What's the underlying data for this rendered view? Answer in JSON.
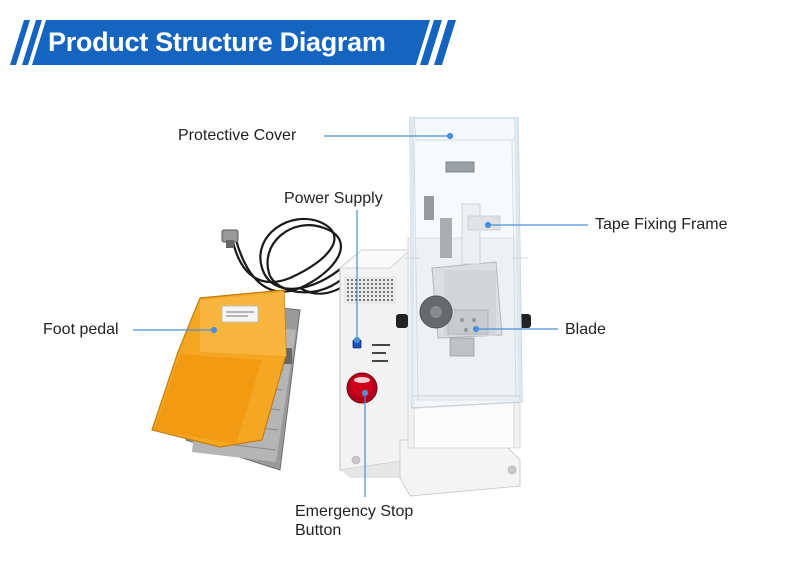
{
  "header": {
    "title": "Product Structure Diagram",
    "colors": {
      "banner": "#1565C0",
      "text": "#ffffff"
    }
  },
  "labels": {
    "protective_cover": "Protective Cover",
    "power_supply": "Power Supply",
    "tape_fixing_frame": "Tape Fixing Frame",
    "foot_pedal": "Foot pedal",
    "blade": "Blade",
    "emergency_stop_line1": "Emergency Stop",
    "emergency_stop_line2": "Button"
  },
  "colors": {
    "leader_line": "#4a90d9",
    "pedal_orange": "#F5A623",
    "pedal_gray": "#8c8c8c",
    "machine_white": "#f2f2f2",
    "estop_red": "#d0021b"
  }
}
